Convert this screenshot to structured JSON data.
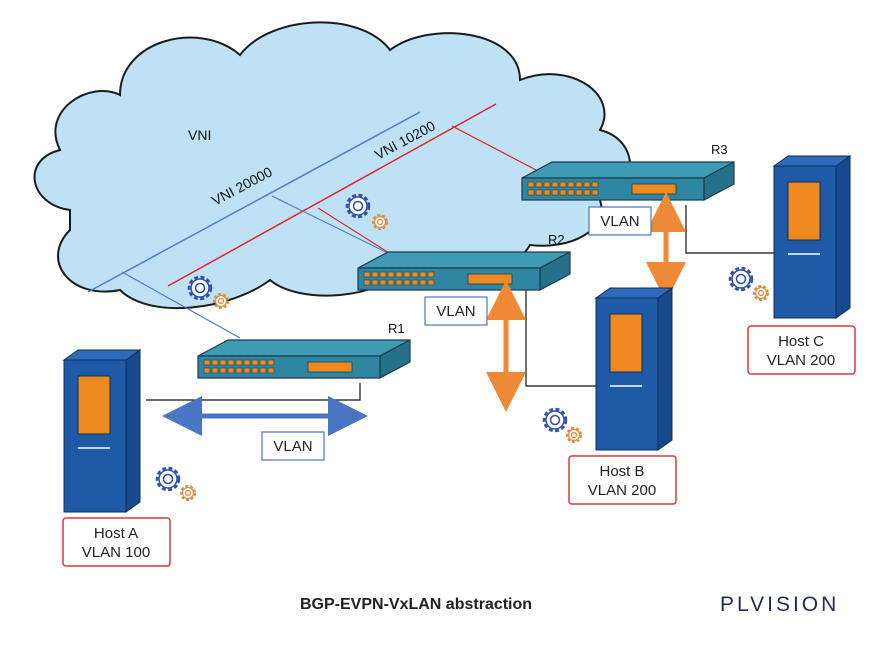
{
  "cloud": {
    "vni_label": "VNI",
    "vni_20000_label": "VNI 20000",
    "vni_10200_label": "VNI 10200"
  },
  "routers": {
    "r1": "R1",
    "r2": "R2",
    "r3": "R3"
  },
  "vlan_labels": {
    "hostA_link": "VLAN",
    "r2_link": "VLAN",
    "r3_link": "VLAN"
  },
  "hosts": {
    "a": {
      "name": "Host A",
      "vlan": "VLAN 100"
    },
    "b": {
      "name": "Host B",
      "vlan": "VLAN 200"
    },
    "c": {
      "name": "Host C",
      "vlan": "VLAN 200"
    }
  },
  "caption": "BGP-EVPN-VxLAN abstraction",
  "brand": "PLVISION",
  "colors": {
    "cloud_fill": "#bfe1f5",
    "router_top": "#3f9ab3",
    "router_front": "#2f86a0",
    "host_body": "#1f5aa6",
    "host_screen": "#ee8a22",
    "vni_blue": "#4c7fc4",
    "vni_red": "#e0262b",
    "arrow_orange": "#ee8a35",
    "arrow_blue": "#4a74c4",
    "label_border_red": "#d8383a",
    "label_border_blue": "#4a74c4"
  },
  "icons": [
    "gear-icon-blue",
    "gear-icon-orange"
  ]
}
